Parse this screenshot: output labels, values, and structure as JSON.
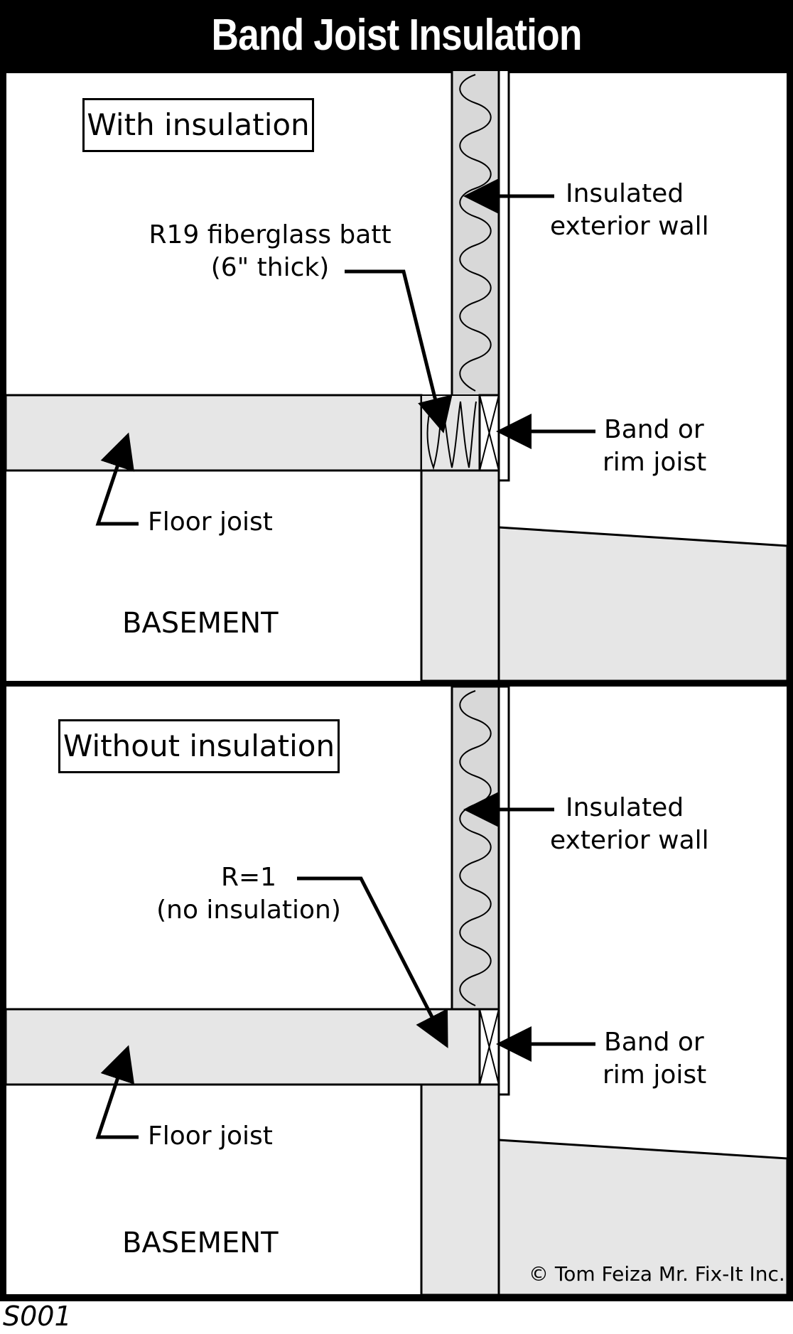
{
  "title": "Band Joist Insulation",
  "panels": [
    {
      "heading": "With insulation",
      "batt_label_1": "R19 fiberglass batt",
      "batt_label_2": "(6\" thick)",
      "wall_label_1": "Insulated",
      "wall_label_2": "exterior wall",
      "band_label_1": "Band or",
      "band_label_2": "rim joist",
      "floor_label": "Floor joist",
      "basement_label": "BASEMENT"
    },
    {
      "heading": "Without insulation",
      "batt_label_1": "R=1",
      "batt_label_2": "(no insulation)",
      "wall_label_1": "Insulated",
      "wall_label_2": "exterior wall",
      "band_label_1": "Band or",
      "band_label_2": "rim joist",
      "floor_label": "Floor joist",
      "basement_label": "BASEMENT"
    }
  ],
  "copyright": "© Tom Feiza Mr. Fix-It Inc.",
  "figure_code": "S001",
  "colors": {
    "ink": "#000000",
    "fill": "#e6e6e6",
    "paper": "#ffffff"
  }
}
